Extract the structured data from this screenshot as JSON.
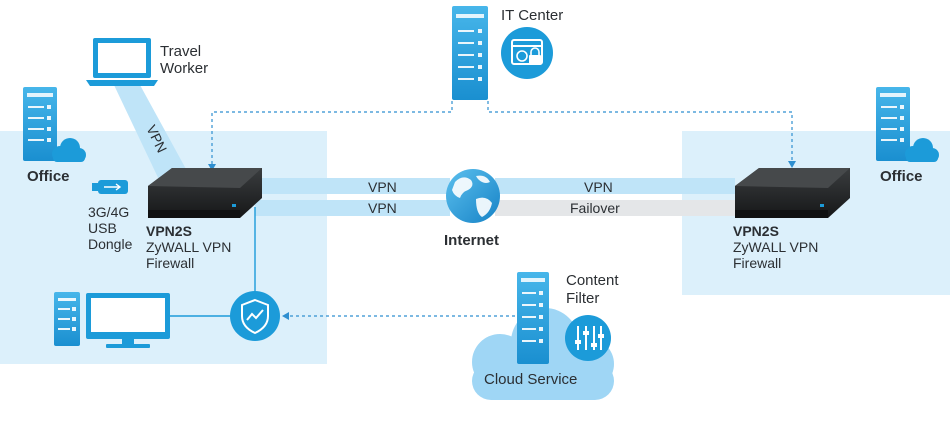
{
  "nodes": {
    "it_center": "IT Center",
    "travel_worker": [
      "Travel",
      "Worker"
    ],
    "office_left": "Office",
    "office_right": "Office",
    "usb_dongle": [
      "3G/4G",
      "USB",
      "Dongle"
    ],
    "left_firewall": [
      "VPN2S",
      "ZyWALL VPN",
      "Firewall"
    ],
    "right_firewall": [
      "VPN2S",
      "ZyWALL VPN",
      "Firewall"
    ],
    "internet": "Internet",
    "content_filter": [
      "Content",
      "Filter"
    ],
    "cloud_service": "Cloud Service"
  },
  "links": {
    "travel_vpn": "VPN",
    "left_upper": "VPN",
    "left_lower": "VPN",
    "right_upper": "VPN",
    "right_lower": "Failover"
  },
  "colors": {
    "zone_fill": "#dcf0fb",
    "tunnel": "#bfe4f8",
    "failover_band": "#e4e6e8",
    "accent": "#1c9bd9",
    "dashed": "#2f8fd0",
    "device": "#262829",
    "text": "#2b2f33"
  }
}
